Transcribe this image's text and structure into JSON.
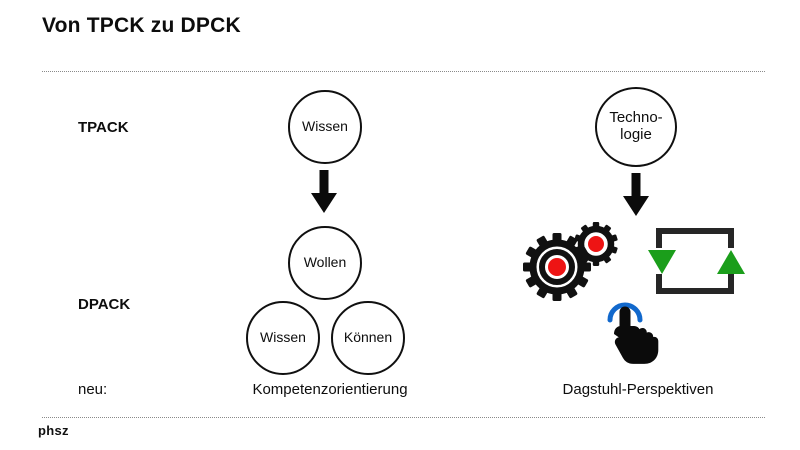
{
  "slide": {
    "title": "Von TPCK zu DPCK",
    "footer": "phsz",
    "background_color": "#ffffff",
    "rule_color": "#8a8a8a"
  },
  "rows": {
    "tpack_label": "TPACK",
    "dpack_label": "DPACK",
    "new_label": "neu:"
  },
  "left_column": {
    "tpack_circle": "Wissen",
    "dpack_circles": [
      "Wollen",
      "Wissen",
      "Können"
    ],
    "caption": "Kompetenzorientierung",
    "arrow": "down-arrow"
  },
  "right_column": {
    "tpack_circle_line1": "Techno-",
    "tpack_circle_line2": "logie",
    "caption": "Dagstuhl-Perspektiven",
    "arrow": "down-arrow",
    "icons": [
      "gears-icon",
      "loop-arrows-icon",
      "touch-hand-icon"
    ]
  },
  "colors": {
    "outline": "#101010",
    "text": "#0d0d0d",
    "gear_red": "#ee1414",
    "loop_green": "#1b9e1b",
    "loop_frame": "#262626",
    "touch_blue": "#1168cc"
  }
}
